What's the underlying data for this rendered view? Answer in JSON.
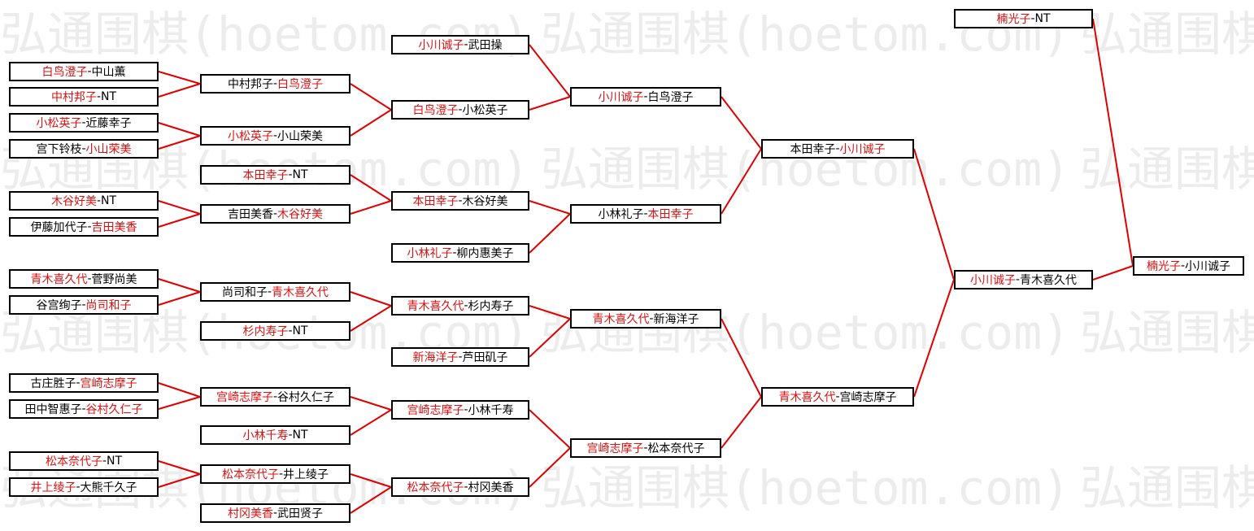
{
  "watermark_text": "弘通围棋(hoetom.com)",
  "colors": {
    "winner": "#e01010",
    "line": "#e00000",
    "text": "#000000"
  },
  "bracket": {
    "round1": [
      {
        "first": "白鸟澄子",
        "sep": "-",
        "second": "中山薫",
        "winner": "first"
      },
      {
        "first": "中村邦子",
        "sep": "-",
        "second": "NT",
        "winner": "first"
      },
      {
        "first": "小松英子",
        "sep": "-",
        "second": "近藤幸子",
        "winner": "first"
      },
      {
        "first": "宫下铃枝",
        "sep": "-",
        "second": "小山荣美",
        "winner": "second"
      },
      {
        "first": "木谷好美",
        "sep": "-",
        "second": "NT",
        "winner": "first"
      },
      {
        "first": "伊藤加代子",
        "sep": "-",
        "second": "吉田美香",
        "winner": "second"
      },
      {
        "first": "青木喜久代",
        "sep": "-",
        "second": "菅野尚美",
        "winner": "first"
      },
      {
        "first": "谷宫绚子",
        "sep": "-",
        "second": "尚司和子",
        "winner": "second"
      },
      {
        "first": "古庄胜子",
        "sep": "-",
        "second": "宫崎志摩子",
        "winner": "second"
      },
      {
        "first": "田中智惠子",
        "sep": "-",
        "second": "谷村久仁子",
        "winner": "second"
      },
      {
        "first": "松本奈代子",
        "sep": "-",
        "second": "NT",
        "winner": "first"
      },
      {
        "first": "井上绫子",
        "sep": "-",
        "second": "大熊千久子",
        "winner": "first"
      }
    ],
    "round2": [
      {
        "first": "中村邦子",
        "sep": "-",
        "second": "白鸟澄子",
        "winner": "second"
      },
      {
        "first": "小松英子",
        "sep": "-",
        "second": "小山荣美",
        "winner": "first"
      },
      {
        "first": "本田幸子",
        "sep": "-",
        "second": "NT",
        "winner": "first"
      },
      {
        "first": "吉田美香",
        "sep": "-",
        "second": "木谷好美",
        "winner": "second"
      },
      {
        "first": "尚司和子",
        "sep": "-",
        "second": "青木喜久代",
        "winner": "second"
      },
      {
        "first": "杉内寿子",
        "sep": "-",
        "second": "NT",
        "winner": "first"
      },
      {
        "first": "宫崎志摩子",
        "sep": "-",
        "second": "谷村久仁子",
        "winner": "first"
      },
      {
        "first": "小林千寿",
        "sep": "-",
        "second": "NT",
        "winner": "first"
      },
      {
        "first": "松本奈代子",
        "sep": "-",
        "second": "井上绫子",
        "winner": "first"
      },
      {
        "first": "村冈美香",
        "sep": "-",
        "second": "武田贤子",
        "winner": "first"
      }
    ],
    "round3": [
      {
        "first": "小川诚子",
        "sep": "-",
        "second": "武田操",
        "winner": "first"
      },
      {
        "first": "白鸟澄子",
        "sep": "-",
        "second": "小松英子",
        "winner": "first"
      },
      {
        "first": "本田幸子",
        "sep": "-",
        "second": "木谷好美",
        "winner": "first"
      },
      {
        "first": "小林礼子",
        "sep": "-",
        "second": "柳内惠美子",
        "winner": "first"
      },
      {
        "first": "青木喜久代",
        "sep": "-",
        "second": "杉内寿子",
        "winner": "first"
      },
      {
        "first": "新海洋子",
        "sep": "-",
        "second": "芦田矶子",
        "winner": "first"
      },
      {
        "first": "宫崎志摩子",
        "sep": "-",
        "second": "小林千寿",
        "winner": "first"
      },
      {
        "first": "松本奈代子",
        "sep": "-",
        "second": "村冈美香",
        "winner": "first"
      }
    ],
    "round4": [
      {
        "first": "小川诚子",
        "sep": "-",
        "second": "白鸟澄子",
        "winner": "first"
      },
      {
        "first": "小林礼子",
        "sep": "-",
        "second": "本田幸子",
        "winner": "second"
      },
      {
        "first": "青木喜久代",
        "sep": "-",
        "second": "新海洋子",
        "winner": "first"
      },
      {
        "first": "宫崎志摩子",
        "sep": "-",
        "second": "松本奈代子",
        "winner": "first"
      }
    ],
    "round5": [
      {
        "first": "本田幸子",
        "sep": "-",
        "second": "小川诚子",
        "winner": "second"
      },
      {
        "first": "青木喜久代",
        "sep": "-",
        "second": "宫崎志摩子",
        "winner": "first"
      }
    ],
    "round6": [
      {
        "first": "小川诚子",
        "sep": "-",
        "second": "青木喜久代",
        "winner": "first"
      }
    ],
    "seed": [
      {
        "first": "楠光子",
        "sep": "-",
        "second": "NT",
        "winner": "first"
      }
    ],
    "final": [
      {
        "first": "楠光子",
        "sep": "-",
        "second": "小川诚子",
        "winner": "first"
      }
    ]
  }
}
